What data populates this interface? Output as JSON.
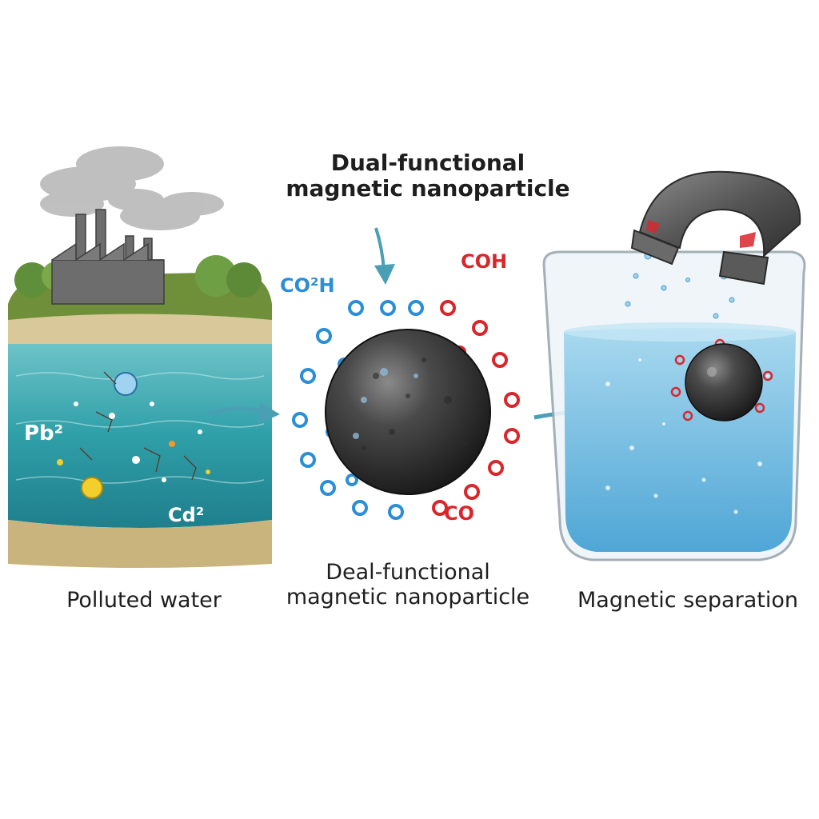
{
  "labels": {
    "top_title_line1": "Dual-functional",
    "top_title_line2": "magnetic nanoparticle",
    "bottom_title_line1": "Deal-functional",
    "bottom_title_line2": "magnetic nanoparticle",
    "polluted_water": "Polluted water",
    "magnetic_separation": "Magnetic separation"
  },
  "ions": {
    "pb": "Pb²",
    "cd": "Cd²"
  },
  "groups": {
    "blue": "CO²H",
    "red": "COH",
    "bottom": "CO"
  },
  "colors": {
    "water": "#2f9fa8",
    "particle": "#3a3a3a",
    "blue_ligand": "#2a8fd6",
    "red_ligand": "#d9262b",
    "arrow": "#4a9fb5"
  }
}
